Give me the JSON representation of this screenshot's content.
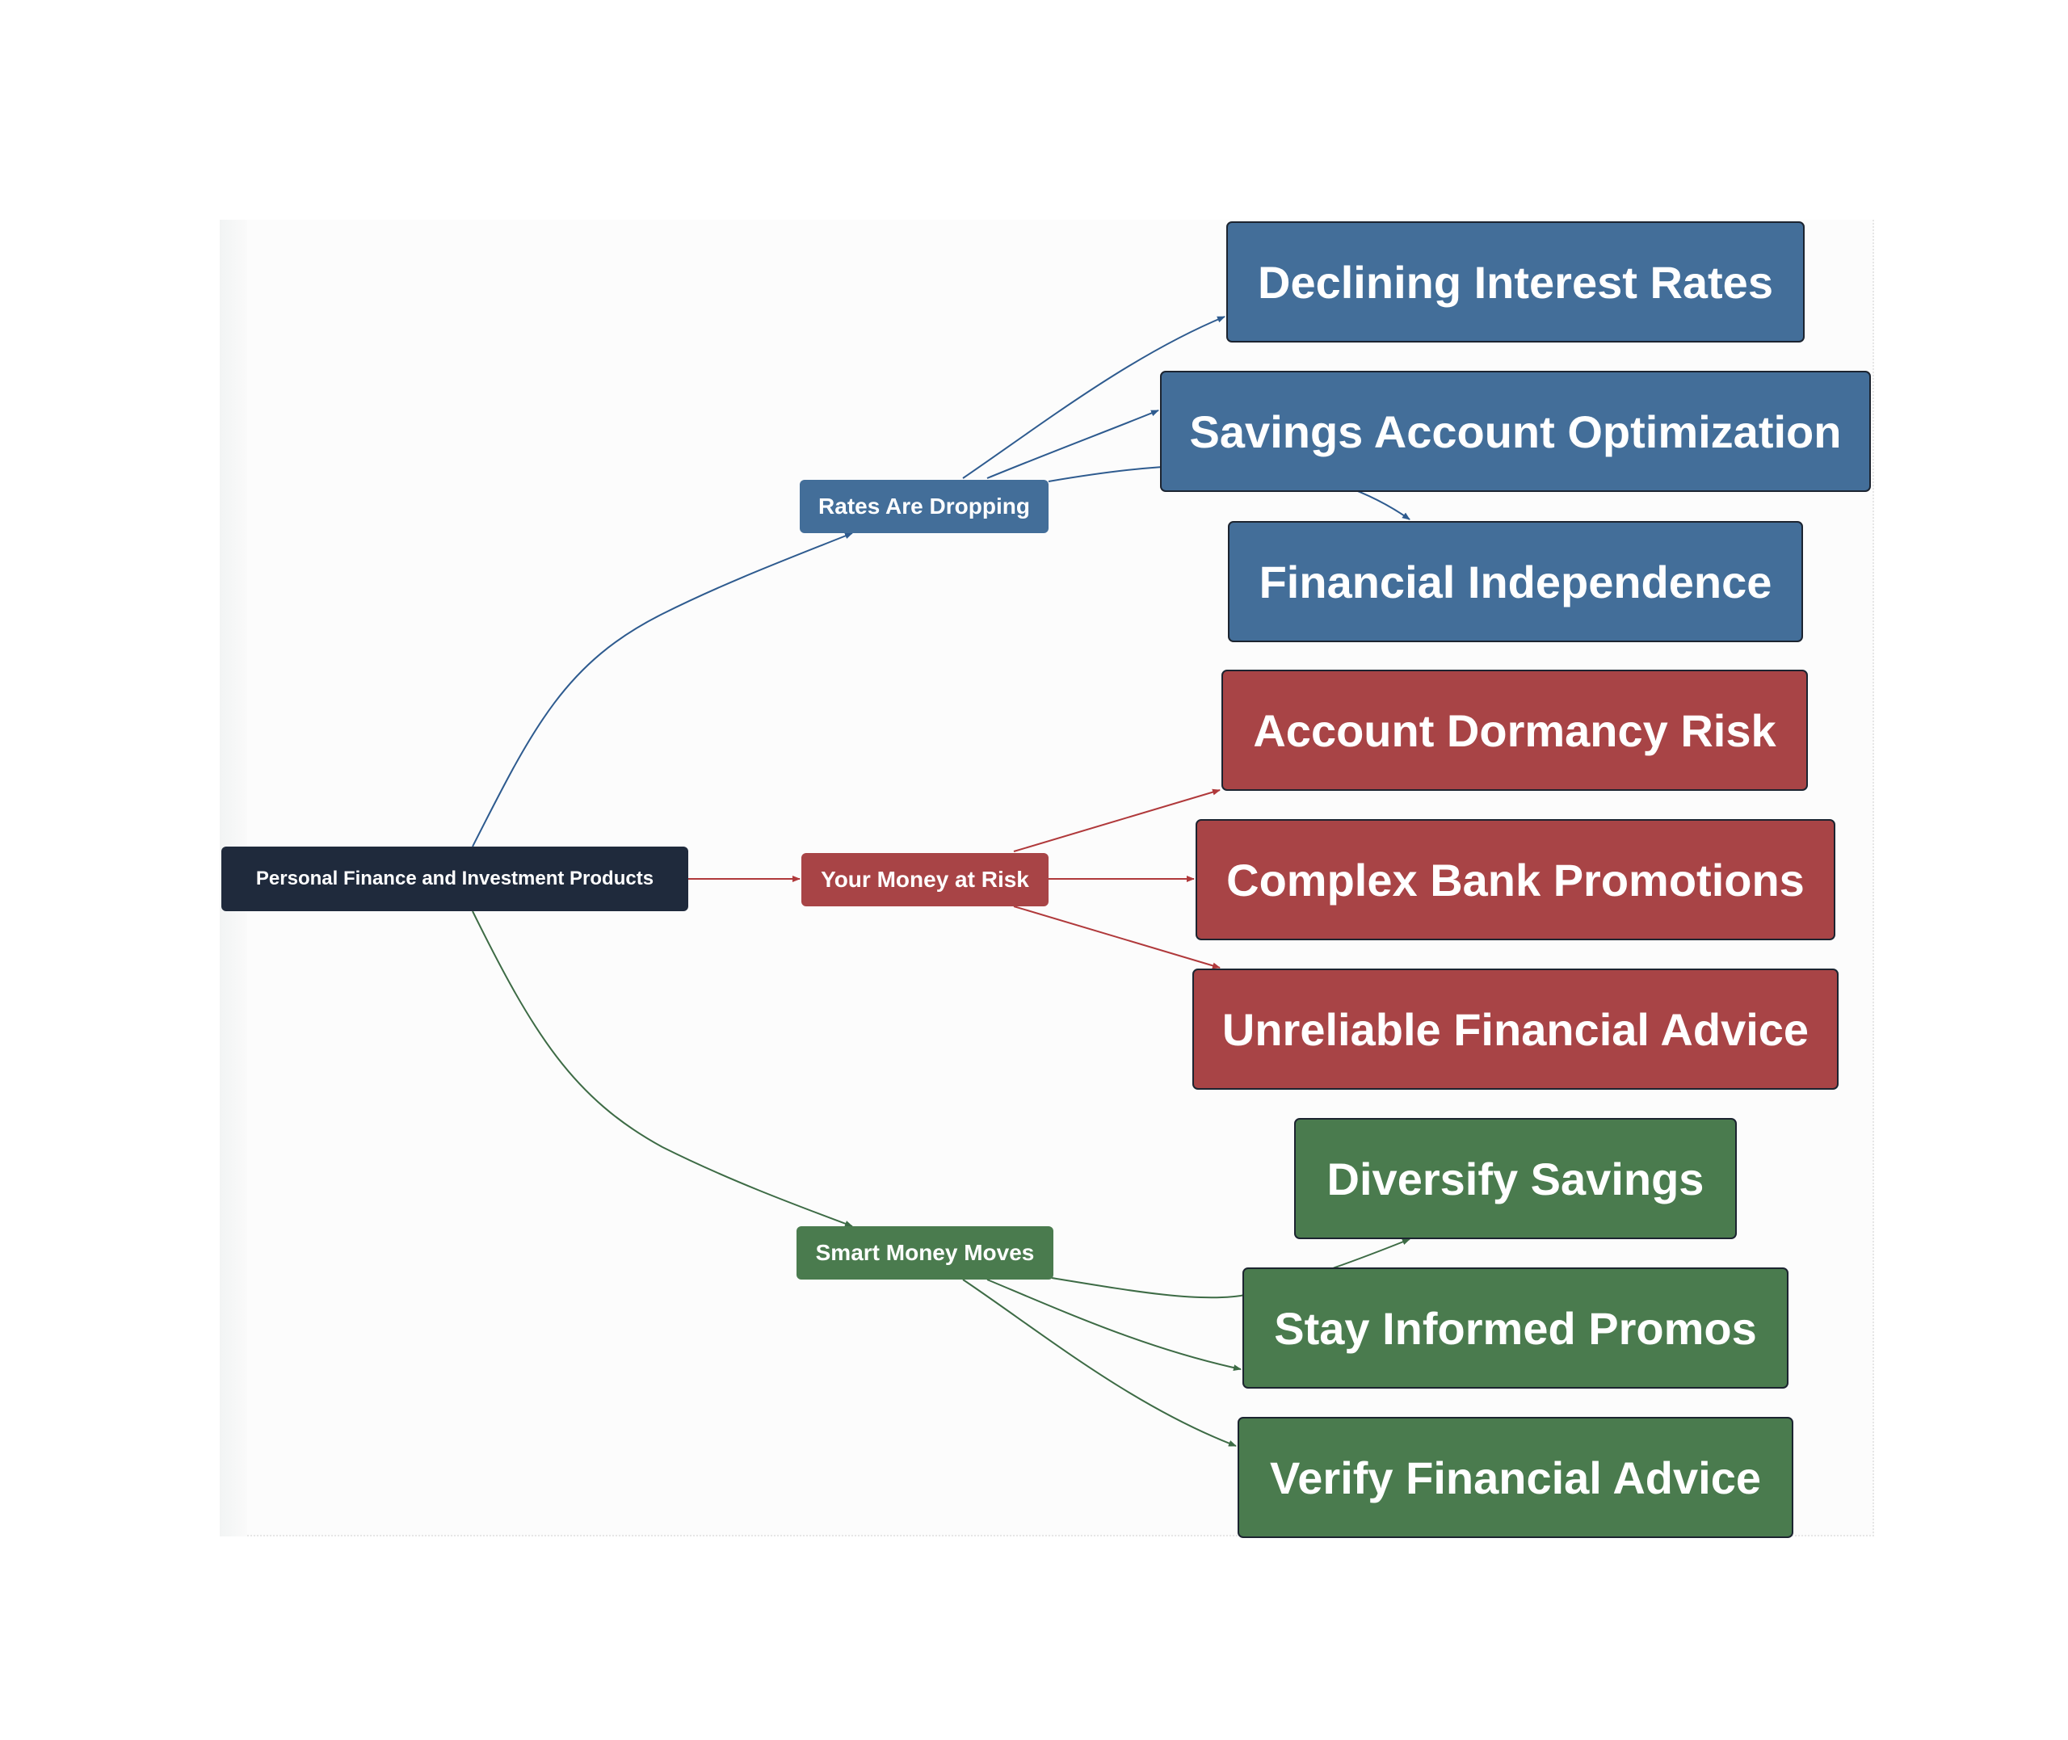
{
  "colors": {
    "root": "#1f2a3c",
    "blue": "#436e99",
    "red": "#a84446",
    "green": "#4a7b4e",
    "edge_blue": "#2e5b8f",
    "edge_red": "#b0393b",
    "edge_green": "#3d6b45"
  },
  "root": {
    "label": "Personal Finance and Investment Products"
  },
  "branches": [
    {
      "label": "Rates Are Dropping",
      "color": "blue",
      "children": [
        "Declining Interest Rates",
        "Savings Account Optimization",
        "Financial Independence"
      ]
    },
    {
      "label": "Your Money at Risk",
      "color": "red",
      "children": [
        "Account Dormancy Risk",
        "Complex Bank Promotions",
        "Unreliable Financial Advice"
      ]
    },
    {
      "label": "Smart Money Moves",
      "color": "green",
      "children": [
        "Diversify Savings",
        "Stay Informed Promos",
        "Verify Financial Advice"
      ]
    }
  ]
}
